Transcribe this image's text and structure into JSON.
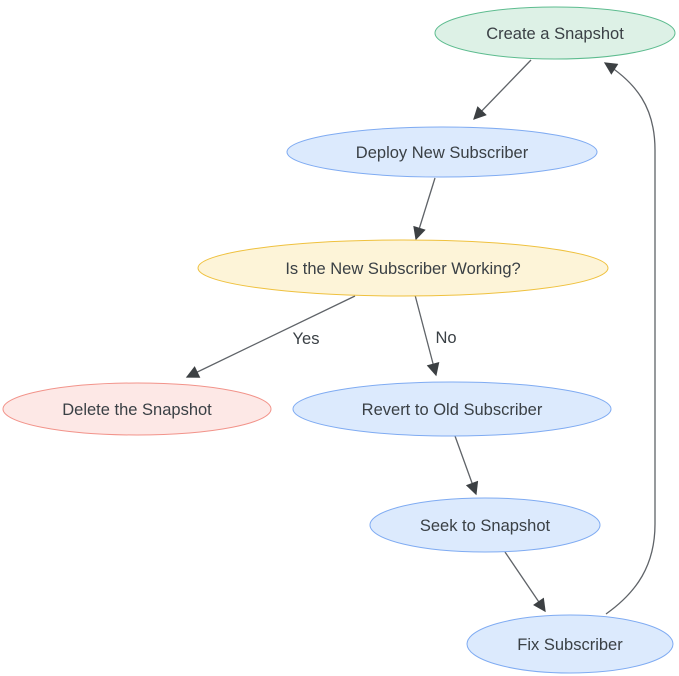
{
  "diagram": {
    "title": "Snapshot / Subscriber deployment flowchart",
    "background_color": "#ffffff",
    "text_color": "#3a4045",
    "edge_color": "#5f6368",
    "arrow_color": "#3c4043",
    "nodes": [
      {
        "id": "create-snapshot",
        "label": "Create a Snapshot",
        "fill": "#ddf1e6",
        "stroke": "#5dbc8f"
      },
      {
        "id": "deploy-new-subscriber",
        "label": "Deploy New Subscriber",
        "fill": "#dceafd",
        "stroke": "#7fabf2"
      },
      {
        "id": "is-subscriber-working",
        "label": "Is the New Subscriber Working?",
        "fill": "#fdf4d8",
        "stroke": "#efc13e"
      },
      {
        "id": "delete-snapshot",
        "label": "Delete the Snapshot",
        "fill": "#fde8e6",
        "stroke": "#f2938a"
      },
      {
        "id": "revert-old-subscriber",
        "label": "Revert to Old Subscriber",
        "fill": "#dceafd",
        "stroke": "#7fabf2"
      },
      {
        "id": "seek-to-snapshot",
        "label": "Seek to Snapshot",
        "fill": "#dceafd",
        "stroke": "#7fabf2"
      },
      {
        "id": "fix-subscriber",
        "label": "Fix Subscriber",
        "fill": "#dceafd",
        "stroke": "#7fabf2"
      }
    ],
    "edges": [
      {
        "from": "create-snapshot",
        "to": "deploy-new-subscriber",
        "label": ""
      },
      {
        "from": "deploy-new-subscriber",
        "to": "is-subscriber-working",
        "label": ""
      },
      {
        "from": "is-subscriber-working",
        "to": "delete-snapshot",
        "label": "Yes"
      },
      {
        "from": "is-subscriber-working",
        "to": "revert-old-subscriber",
        "label": "No"
      },
      {
        "from": "revert-old-subscriber",
        "to": "seek-to-snapshot",
        "label": ""
      },
      {
        "from": "seek-to-snapshot",
        "to": "fix-subscriber",
        "label": ""
      },
      {
        "from": "fix-subscriber",
        "to": "create-snapshot",
        "label": ""
      }
    ]
  }
}
